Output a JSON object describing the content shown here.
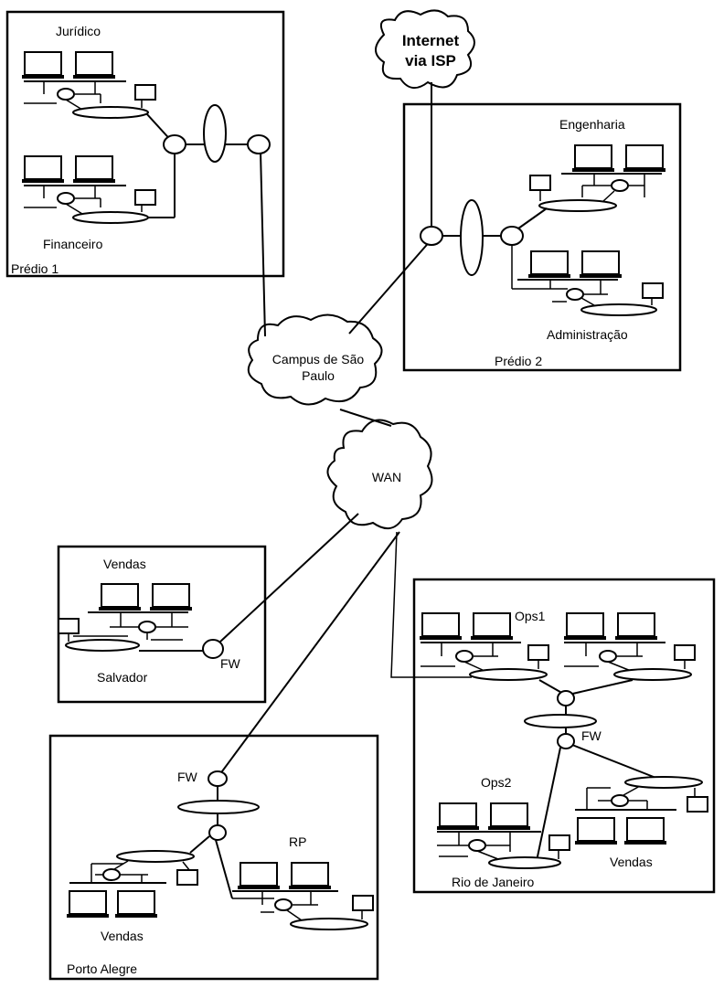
{
  "labels": {
    "internet": "Internet",
    "via_isp": "via ISP",
    "juridico": "Jurídico",
    "financeiro": "Financeiro",
    "predio1": "Prédio 1",
    "engenharia": "Engenharia",
    "administracao": "Administração",
    "predio2": "Prédio 2",
    "campus_line1": "Campus de São",
    "campus_line2": "Paulo",
    "wan": "WAN",
    "salvador_vendas": "Vendas",
    "salvador": "Salvador",
    "salvador_fw": "FW",
    "ops1": "Ops1",
    "ops2": "Ops2",
    "rio_fw": "FW",
    "rio_vendas": "Vendas",
    "rio": "Rio de Janeiro",
    "poa_fw": "FW",
    "rp": "RP",
    "poa_vendas": "Vendas",
    "porto_alegre": "Porto Alegre"
  }
}
